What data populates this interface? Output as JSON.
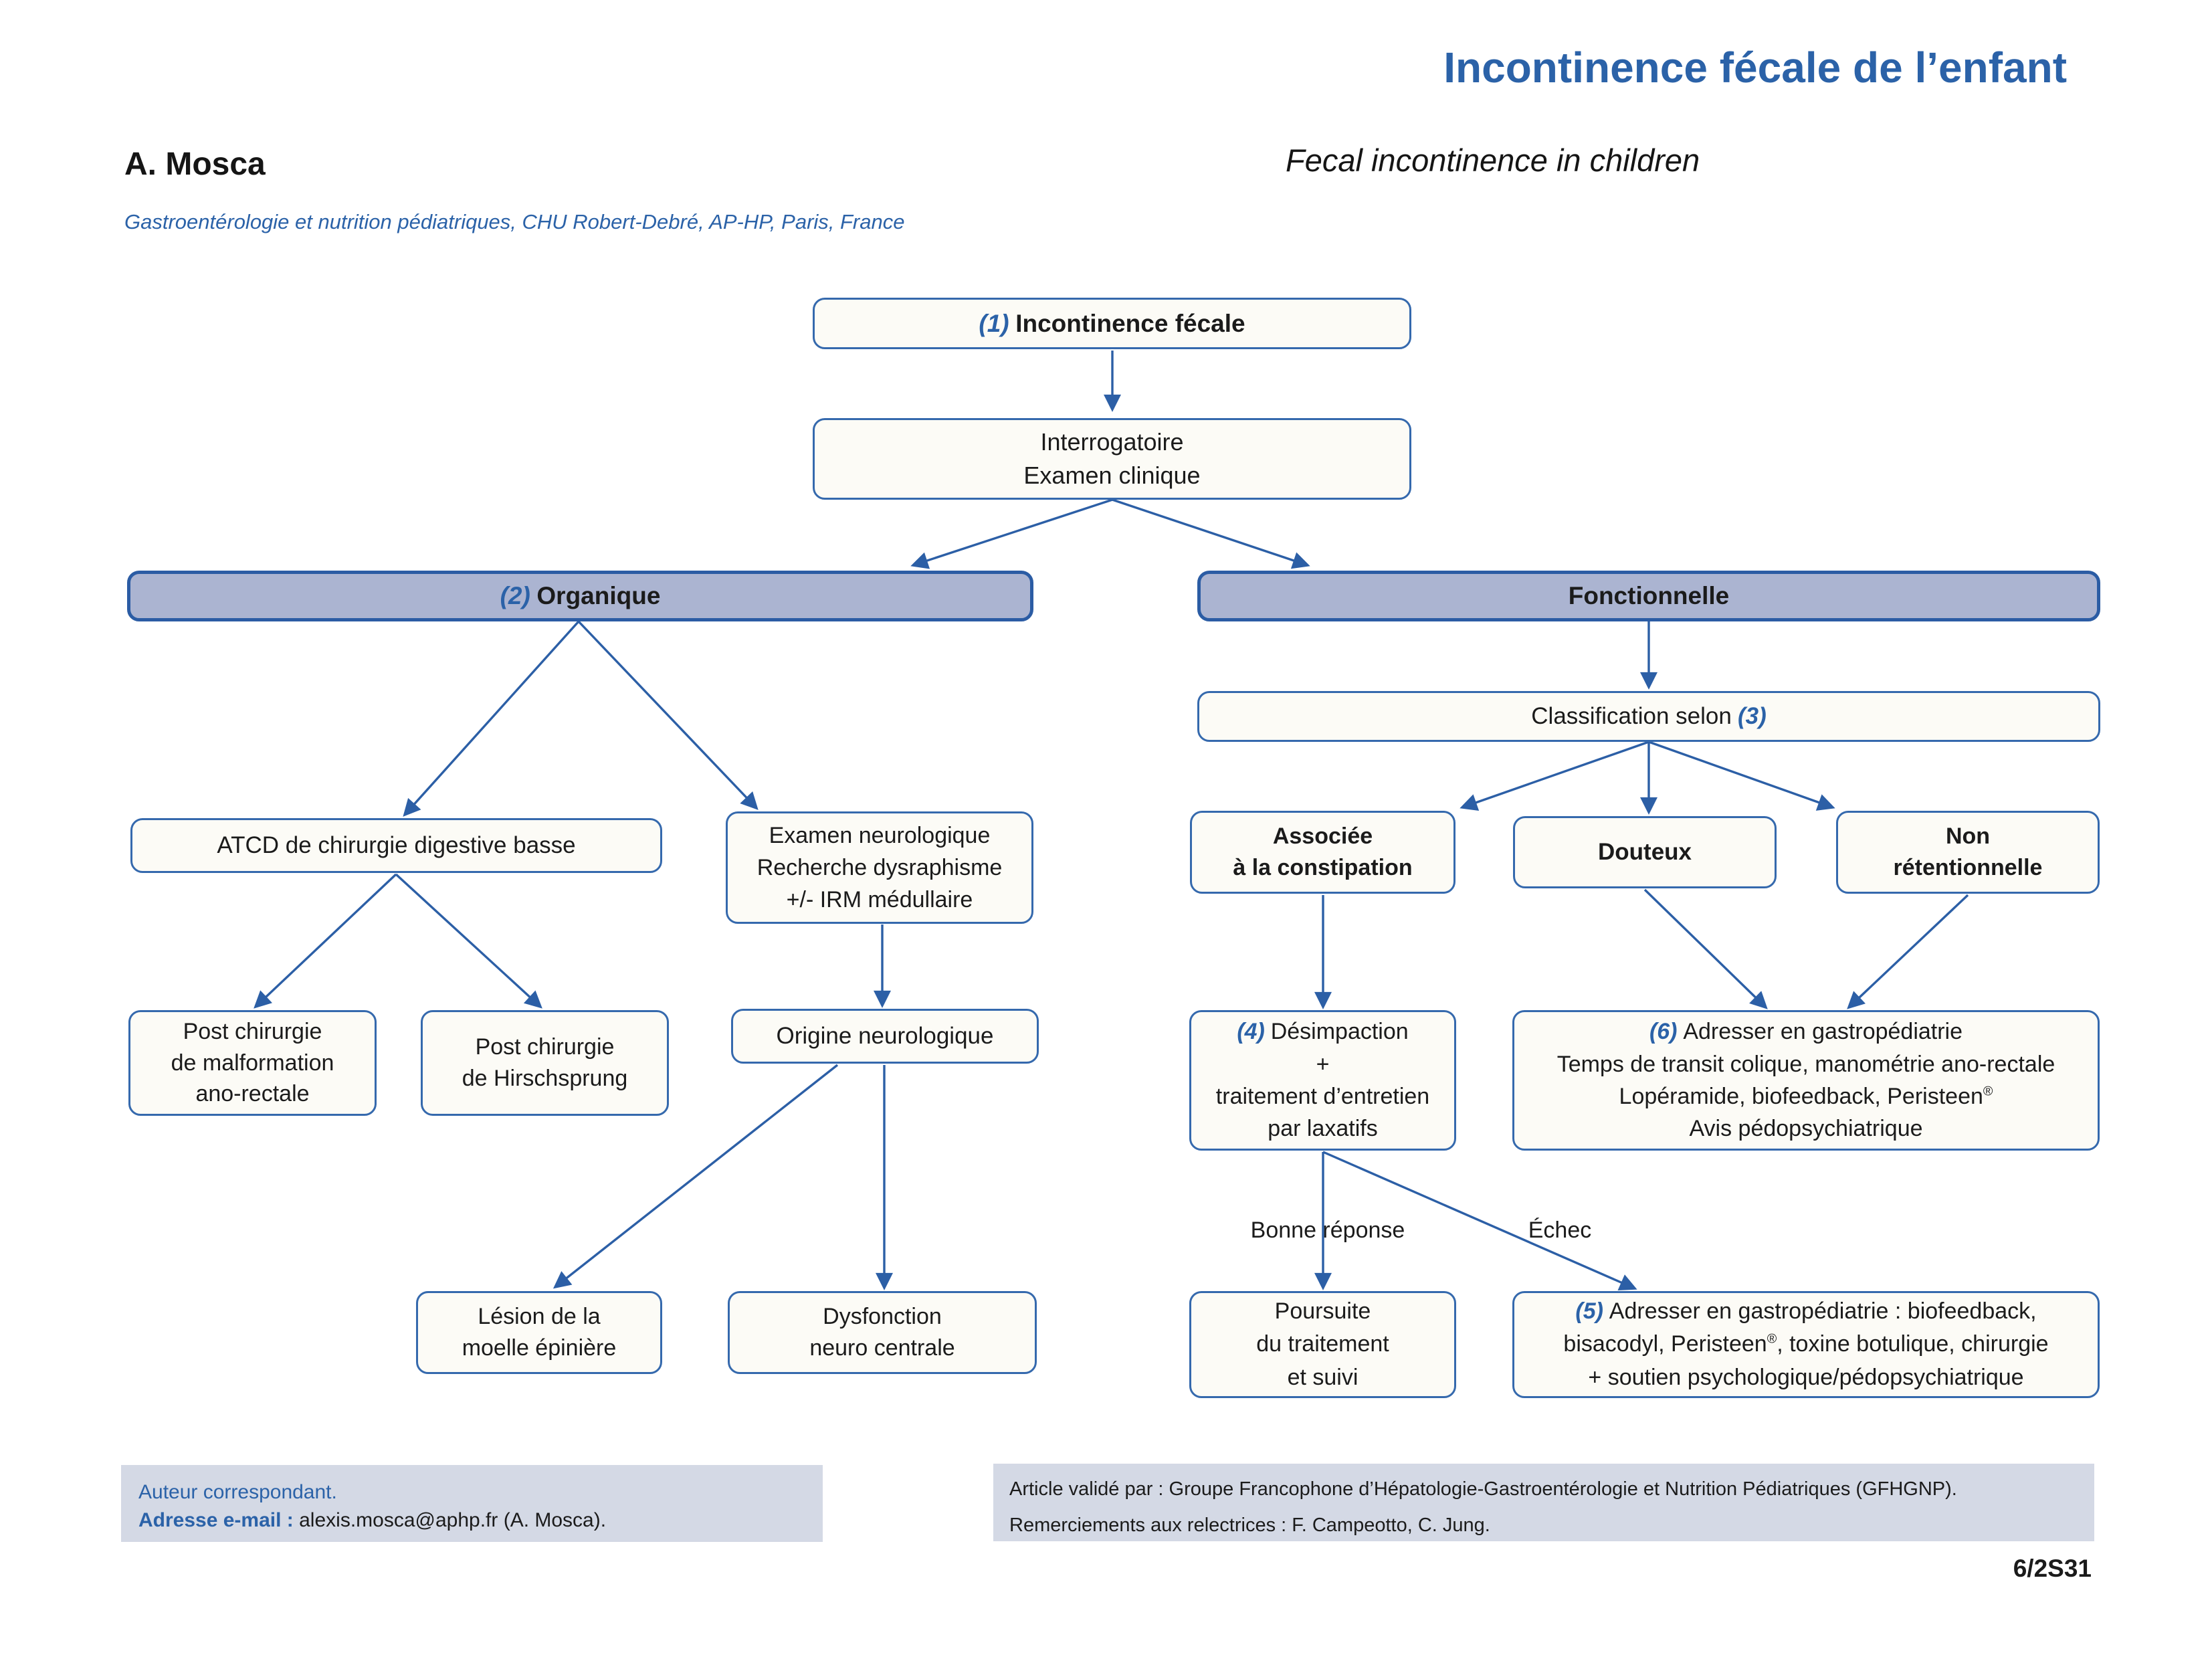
{
  "page": {
    "title_fr": "Incontinence fécale de l’enfant",
    "title_en": "Fecal incontinence in children",
    "author": "A. Mosca",
    "affiliation": "Gastroentérologie et nutrition pédiatriques, CHU Robert-Debré, AP-HP, Paris, France",
    "page_number": "6/2S31"
  },
  "colors": {
    "accent_blue": "#2b62a8",
    "line_blue": "#2c5fa6",
    "bar_fill": "#abb4d1",
    "box_fill": "#fcfbf6",
    "footer_bg": "#d4d9e5"
  },
  "flow": {
    "incontinence": {
      "num": "(1)",
      "label": "Incontinence fécale"
    },
    "interrogatoire": {
      "lines": [
        "Interrogatoire",
        "Examen clinique"
      ]
    },
    "organique": {
      "num": "(2)",
      "label": "Organique"
    },
    "fonctionnelle": {
      "label": "Fonctionnelle"
    },
    "classification": {
      "pre": "Classification selon",
      "num": "(3)"
    },
    "atcd": {
      "label": "ATCD de chirurgie digestive basse"
    },
    "examen_neuro": {
      "lines": [
        "Examen neurologique",
        "Recherche dysraphisme",
        "+/- IRM médullaire"
      ]
    },
    "associee": {
      "lines": [
        "Associée",
        "à la constipation"
      ]
    },
    "douteux": {
      "label": "Douteux"
    },
    "non_retentionnelle": {
      "lines": [
        "Non",
        "rétentionnelle"
      ]
    },
    "post_malformation": {
      "lines": [
        "Post chirurgie",
        "de malformation",
        "ano-rectale"
      ]
    },
    "post_hirschsprung": {
      "lines": [
        "Post chirurgie",
        "de Hirschsprung"
      ]
    },
    "origine_neuro": {
      "label": "Origine neurologique"
    },
    "desimpaction": {
      "num": "(4)",
      "line1": "Désimpaction",
      "lines": [
        "+",
        "traitement d’entretien",
        "par laxatifs"
      ]
    },
    "adresser6": {
      "num": "(6)",
      "line1": "Adresser en gastropédiatrie",
      "line2": "Temps de transit colique, manométrie ano-rectale",
      "line3_pre": "Lopéramide, biofeedback, Peristeen",
      "line3_sup": "®",
      "line4": "Avis pédopsychiatrique"
    },
    "bonne_reponse": "Bonne réponse",
    "echec": "Échec",
    "lesion": {
      "lines": [
        "Lésion de la",
        "moelle épinière"
      ]
    },
    "dysfonction": {
      "lines": [
        "Dysfonction",
        "neuro centrale"
      ]
    },
    "poursuite": {
      "lines": [
        "Poursuite",
        "du traitement",
        "et suivi"
      ]
    },
    "adresser5": {
      "num": "(5)",
      "line1": "Adresser en gastropédiatrie : biofeedback,",
      "line2_pre": "bisacodyl, Peristeen",
      "line2_sup": "®",
      "line2_post": ", toxine botulique, chirurgie",
      "line3": "+ soutien psychologique/pédopsychiatrique"
    }
  },
  "footer": {
    "correspondant": "Auteur correspondant.",
    "email_label": "Adresse e-mail :",
    "email_value": " alexis.mosca@aphp.fr (A. Mosca).",
    "validation": "Article validé par : Groupe Francophone d’Hépatologie-Gastroentérologie et Nutrition Pédiatriques (GFHGNP).",
    "remerciements": "Remerciements aux relectrices : F. Campeotto, C. Jung."
  }
}
